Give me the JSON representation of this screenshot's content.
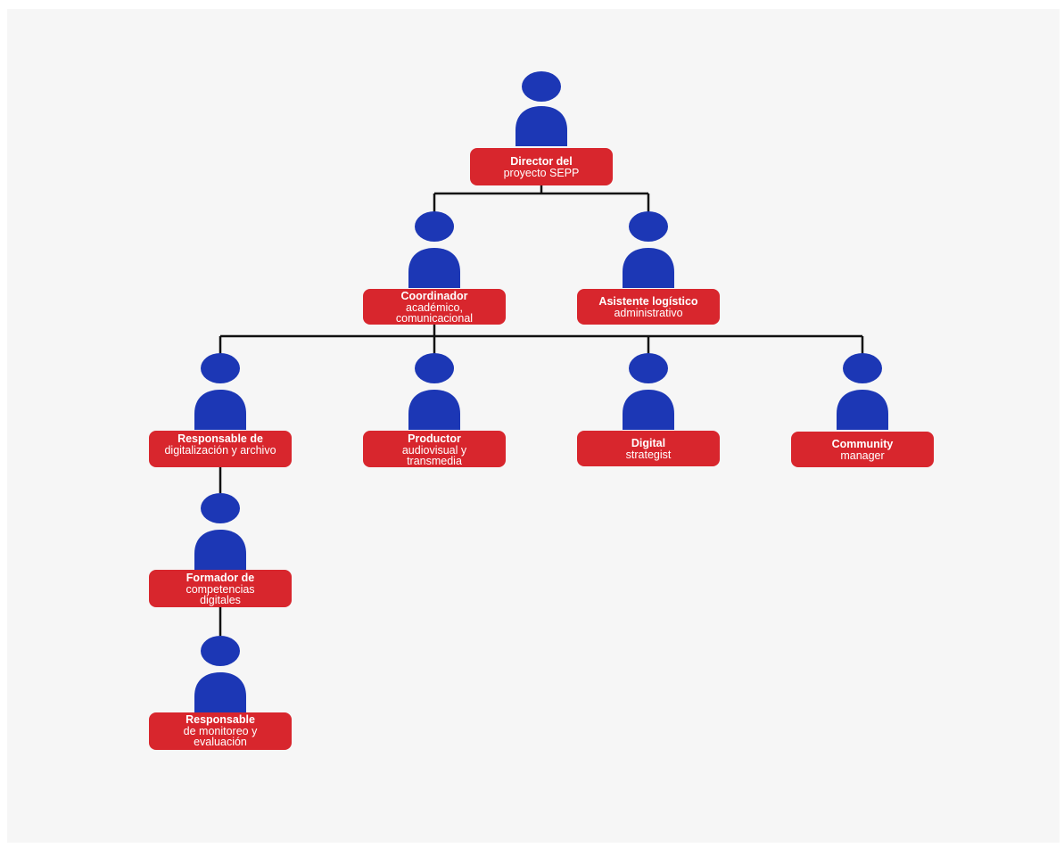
{
  "colors": {
    "person": "#1c37b5",
    "box": "#d8262d",
    "line": "#111111",
    "background": "#f6f6f6"
  },
  "icon": "person-icon",
  "nodes": {
    "director": {
      "title": "Director del",
      "subtitle": "proyecto SEPP"
    },
    "coordinador": {
      "title": "Coordinador",
      "subtitle": "académico, comunicacional"
    },
    "asistente": {
      "title": "Asistente logístico",
      "subtitle": "administrativo"
    },
    "digitalizacion": {
      "title": "Responsable de",
      "subtitle": "digitalización y archivo"
    },
    "productor": {
      "title": "Productor",
      "subtitle": "audiovisual y transmedia"
    },
    "digital": {
      "title": "Digital",
      "subtitle": "strategist"
    },
    "community": {
      "title": "Community",
      "subtitle": "manager"
    },
    "formador": {
      "title": "Formador de",
      "subtitle": "competencias digitales"
    },
    "monitoreo": {
      "title": "Responsable",
      "subtitle": "de monitoreo y evaluación"
    }
  }
}
